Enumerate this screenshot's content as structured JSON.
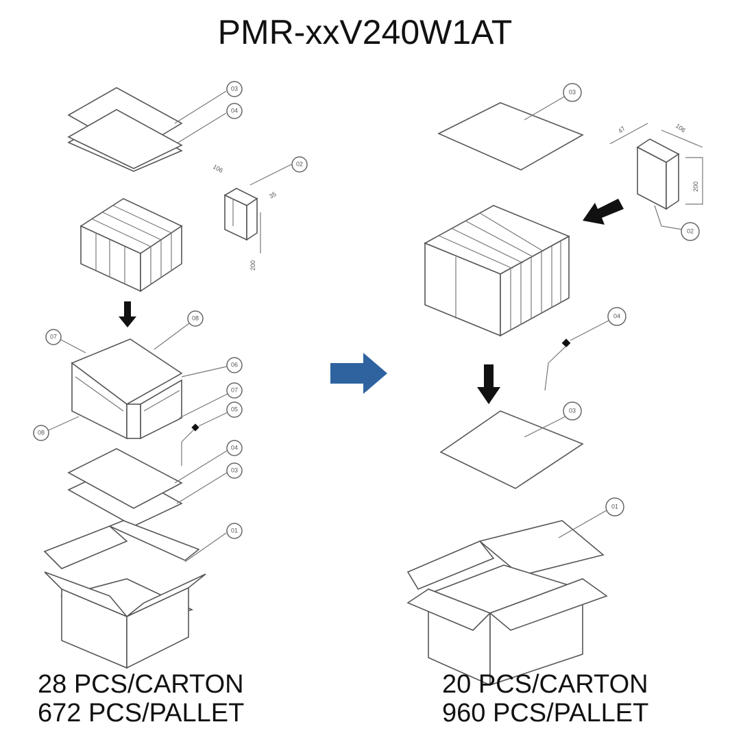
{
  "title": "PMR-xxV240W1AT",
  "left": {
    "caption_line1": "28 PCS/CARTON",
    "caption_line2": "672 PCS/PALLET",
    "callouts": [
      "03",
      "04",
      "02",
      "07",
      "08",
      "06",
      "07",
      "05",
      "08",
      "04",
      "03",
      "01"
    ],
    "dims": [
      "106",
      "35",
      "200"
    ]
  },
  "right": {
    "caption_line1": "20 PCS/CARTON",
    "caption_line2": "960 PCS/PALLET",
    "callouts": [
      "03",
      "02",
      "04",
      "03",
      "01"
    ],
    "dims": [
      "47",
      "106",
      "200"
    ]
  },
  "colors": {
    "arrow": "#2e63a0",
    "line": "#555555"
  }
}
